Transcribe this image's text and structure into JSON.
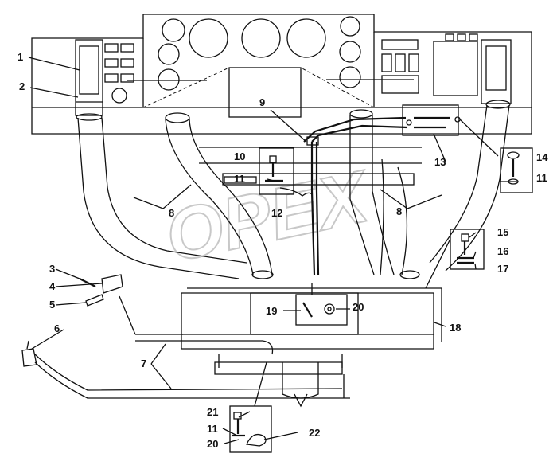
{
  "watermark": "OPEX",
  "callouts": {
    "c1": "1",
    "c2": "2",
    "c3": "3",
    "c4": "4",
    "c5": "5",
    "c6": "6",
    "c7": "7",
    "c8a": "8",
    "c8b": "8",
    "c9": "9",
    "c10": "10",
    "c11a": "11",
    "c11b": "11",
    "c11c": "11",
    "c12": "12",
    "c13": "13",
    "c14": "14",
    "c15": "15",
    "c16": "16",
    "c17": "17",
    "c18": "18",
    "c19": "19",
    "c20a": "20",
    "c20b": "20",
    "c21": "21",
    "c22": "22"
  }
}
